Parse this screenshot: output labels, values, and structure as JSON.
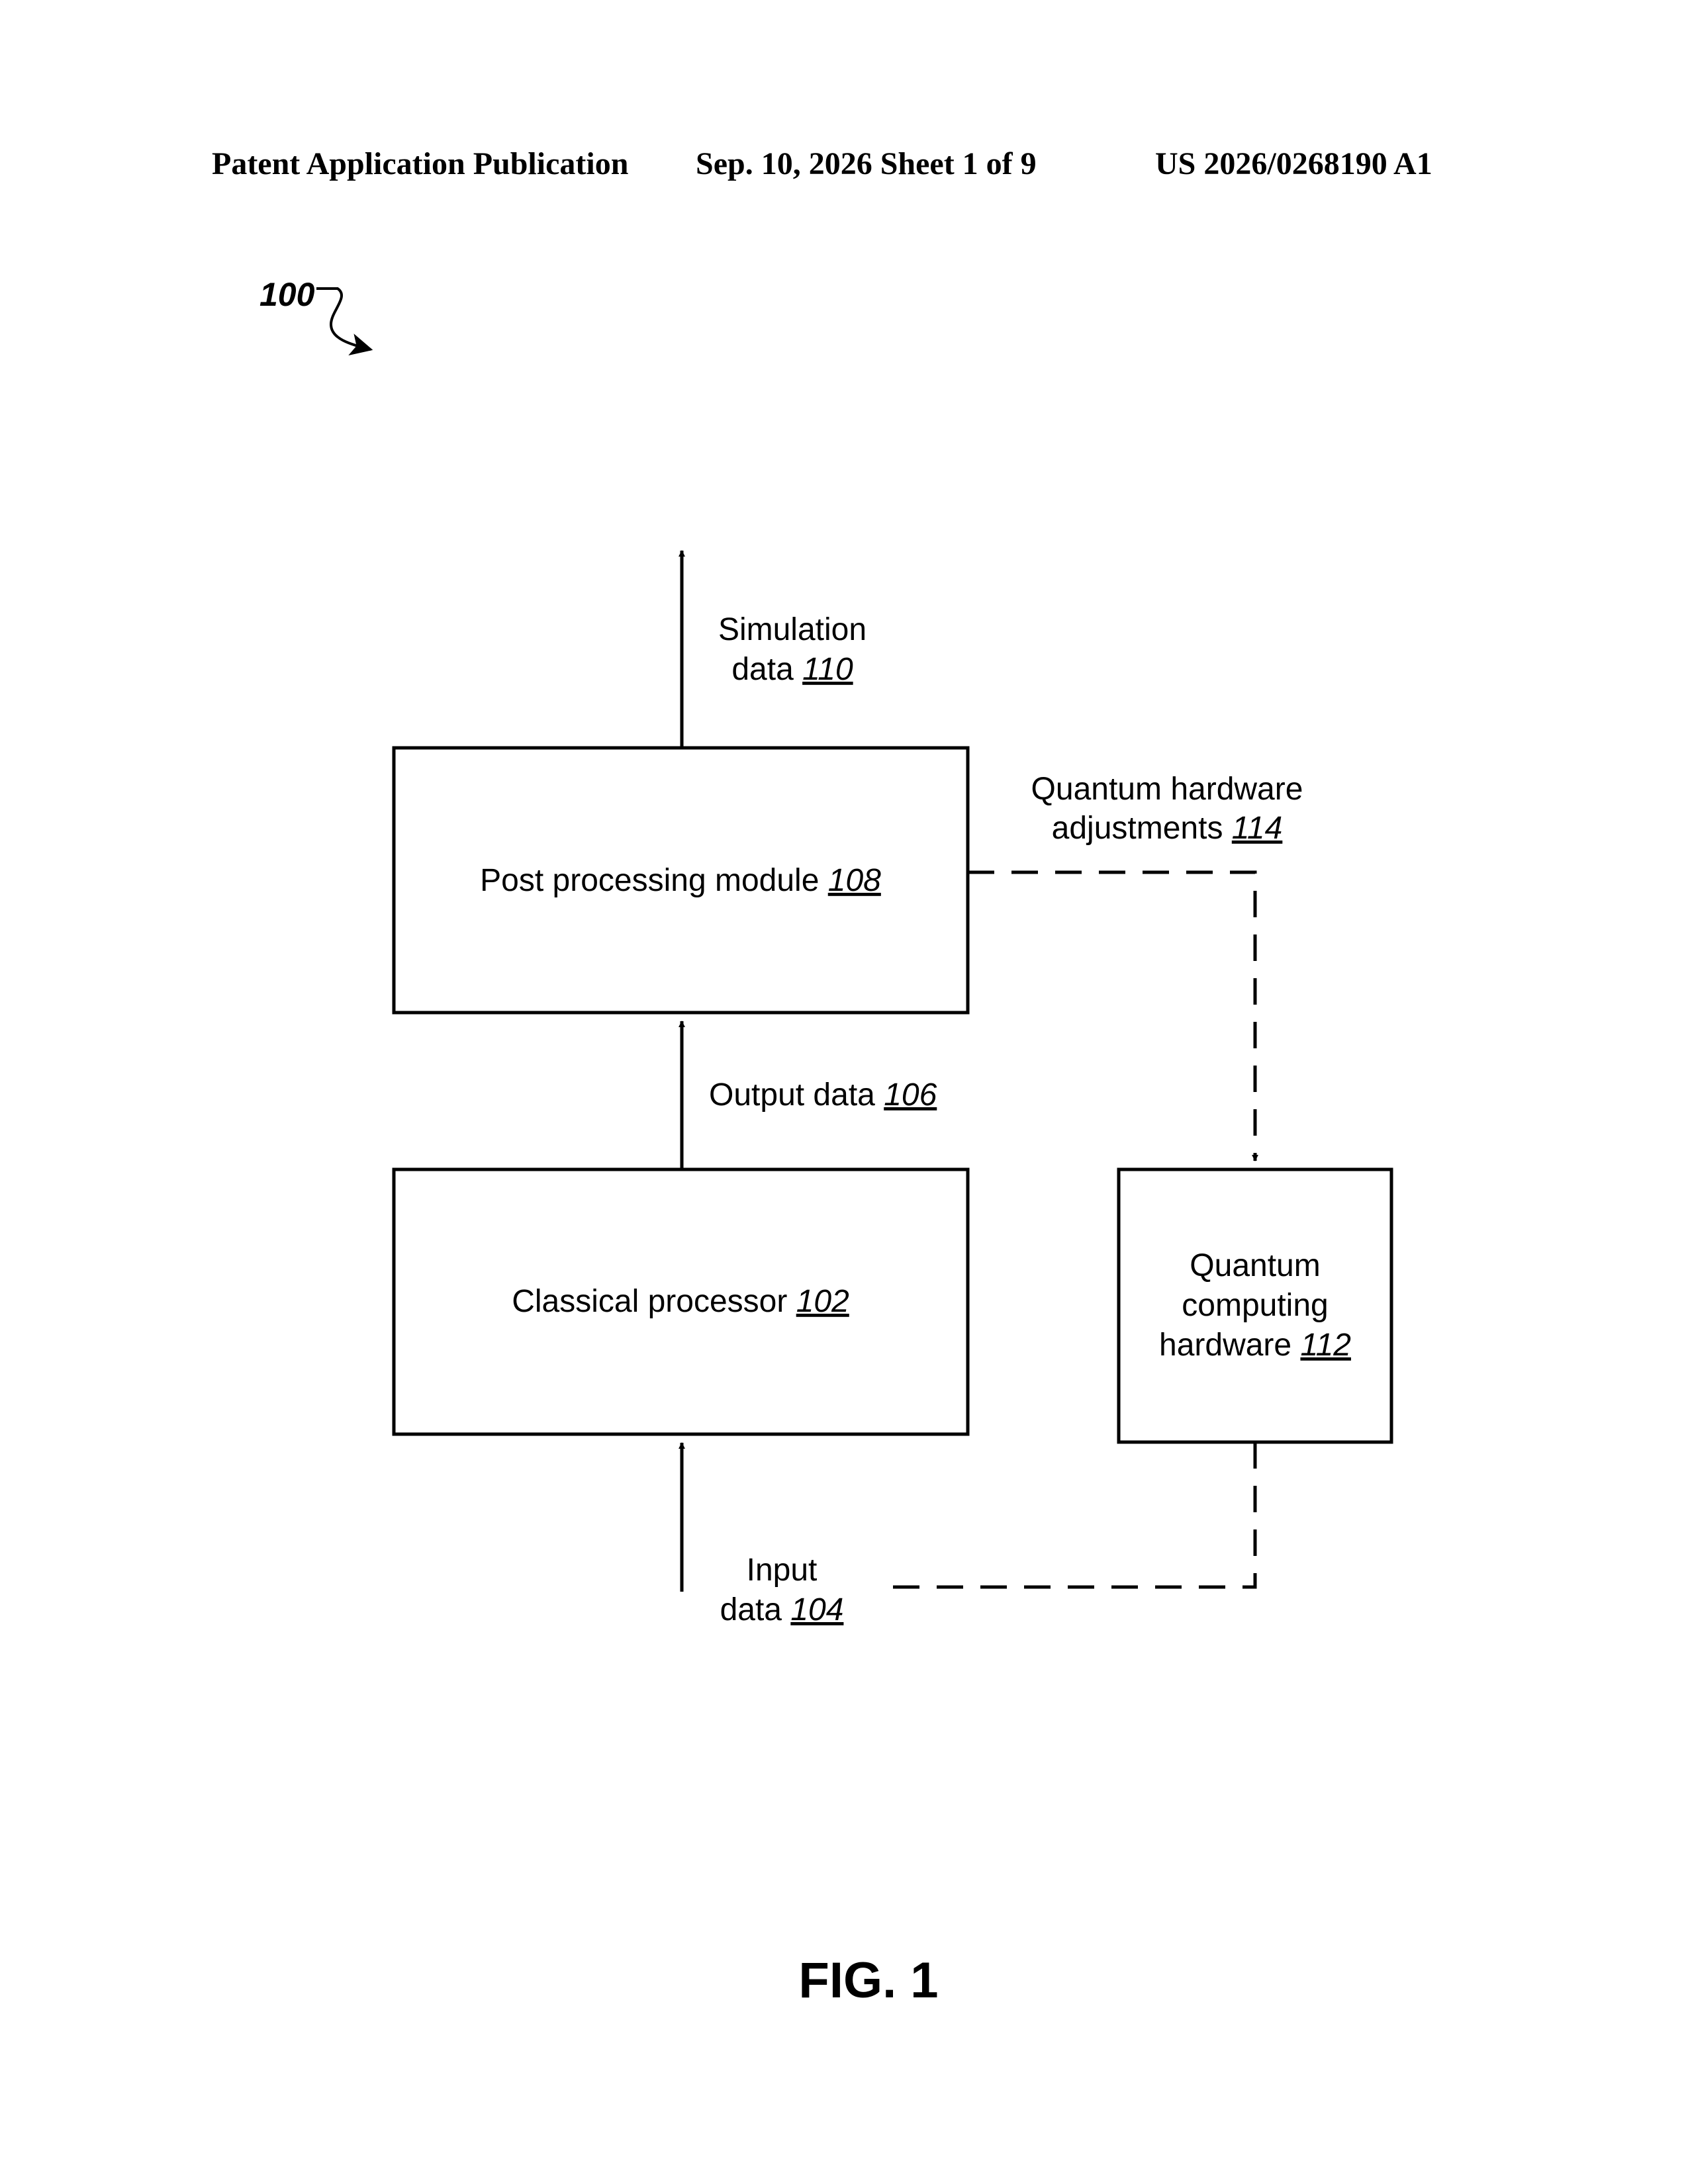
{
  "header": {
    "left": "Patent Application Publication",
    "middle": "Sep. 10, 2026   Sheet 1 of 9",
    "right": "US 2026/0268190 A1"
  },
  "figure_ref": "100",
  "figure_label": "FIG. 1",
  "blocks": {
    "post_processing": {
      "text": "Post processing module ",
      "ref": "108"
    },
    "classical_processor": {
      "text": "Classical processor ",
      "ref": "102"
    },
    "quantum_hardware": {
      "line1": "Quantum",
      "line2": "computing",
      "line3": "hardware ",
      "ref": "112"
    }
  },
  "labels": {
    "simulation": {
      "line1": "Simulation",
      "line2": "data ",
      "ref": "110"
    },
    "output": {
      "text": "Output data  ",
      "ref": "106"
    },
    "input": {
      "line1": "Input",
      "line2": "data  ",
      "ref": "104"
    },
    "adjustments": {
      "line1": "Quantum hardware",
      "line2": "adjustments ",
      "ref": "114"
    }
  }
}
